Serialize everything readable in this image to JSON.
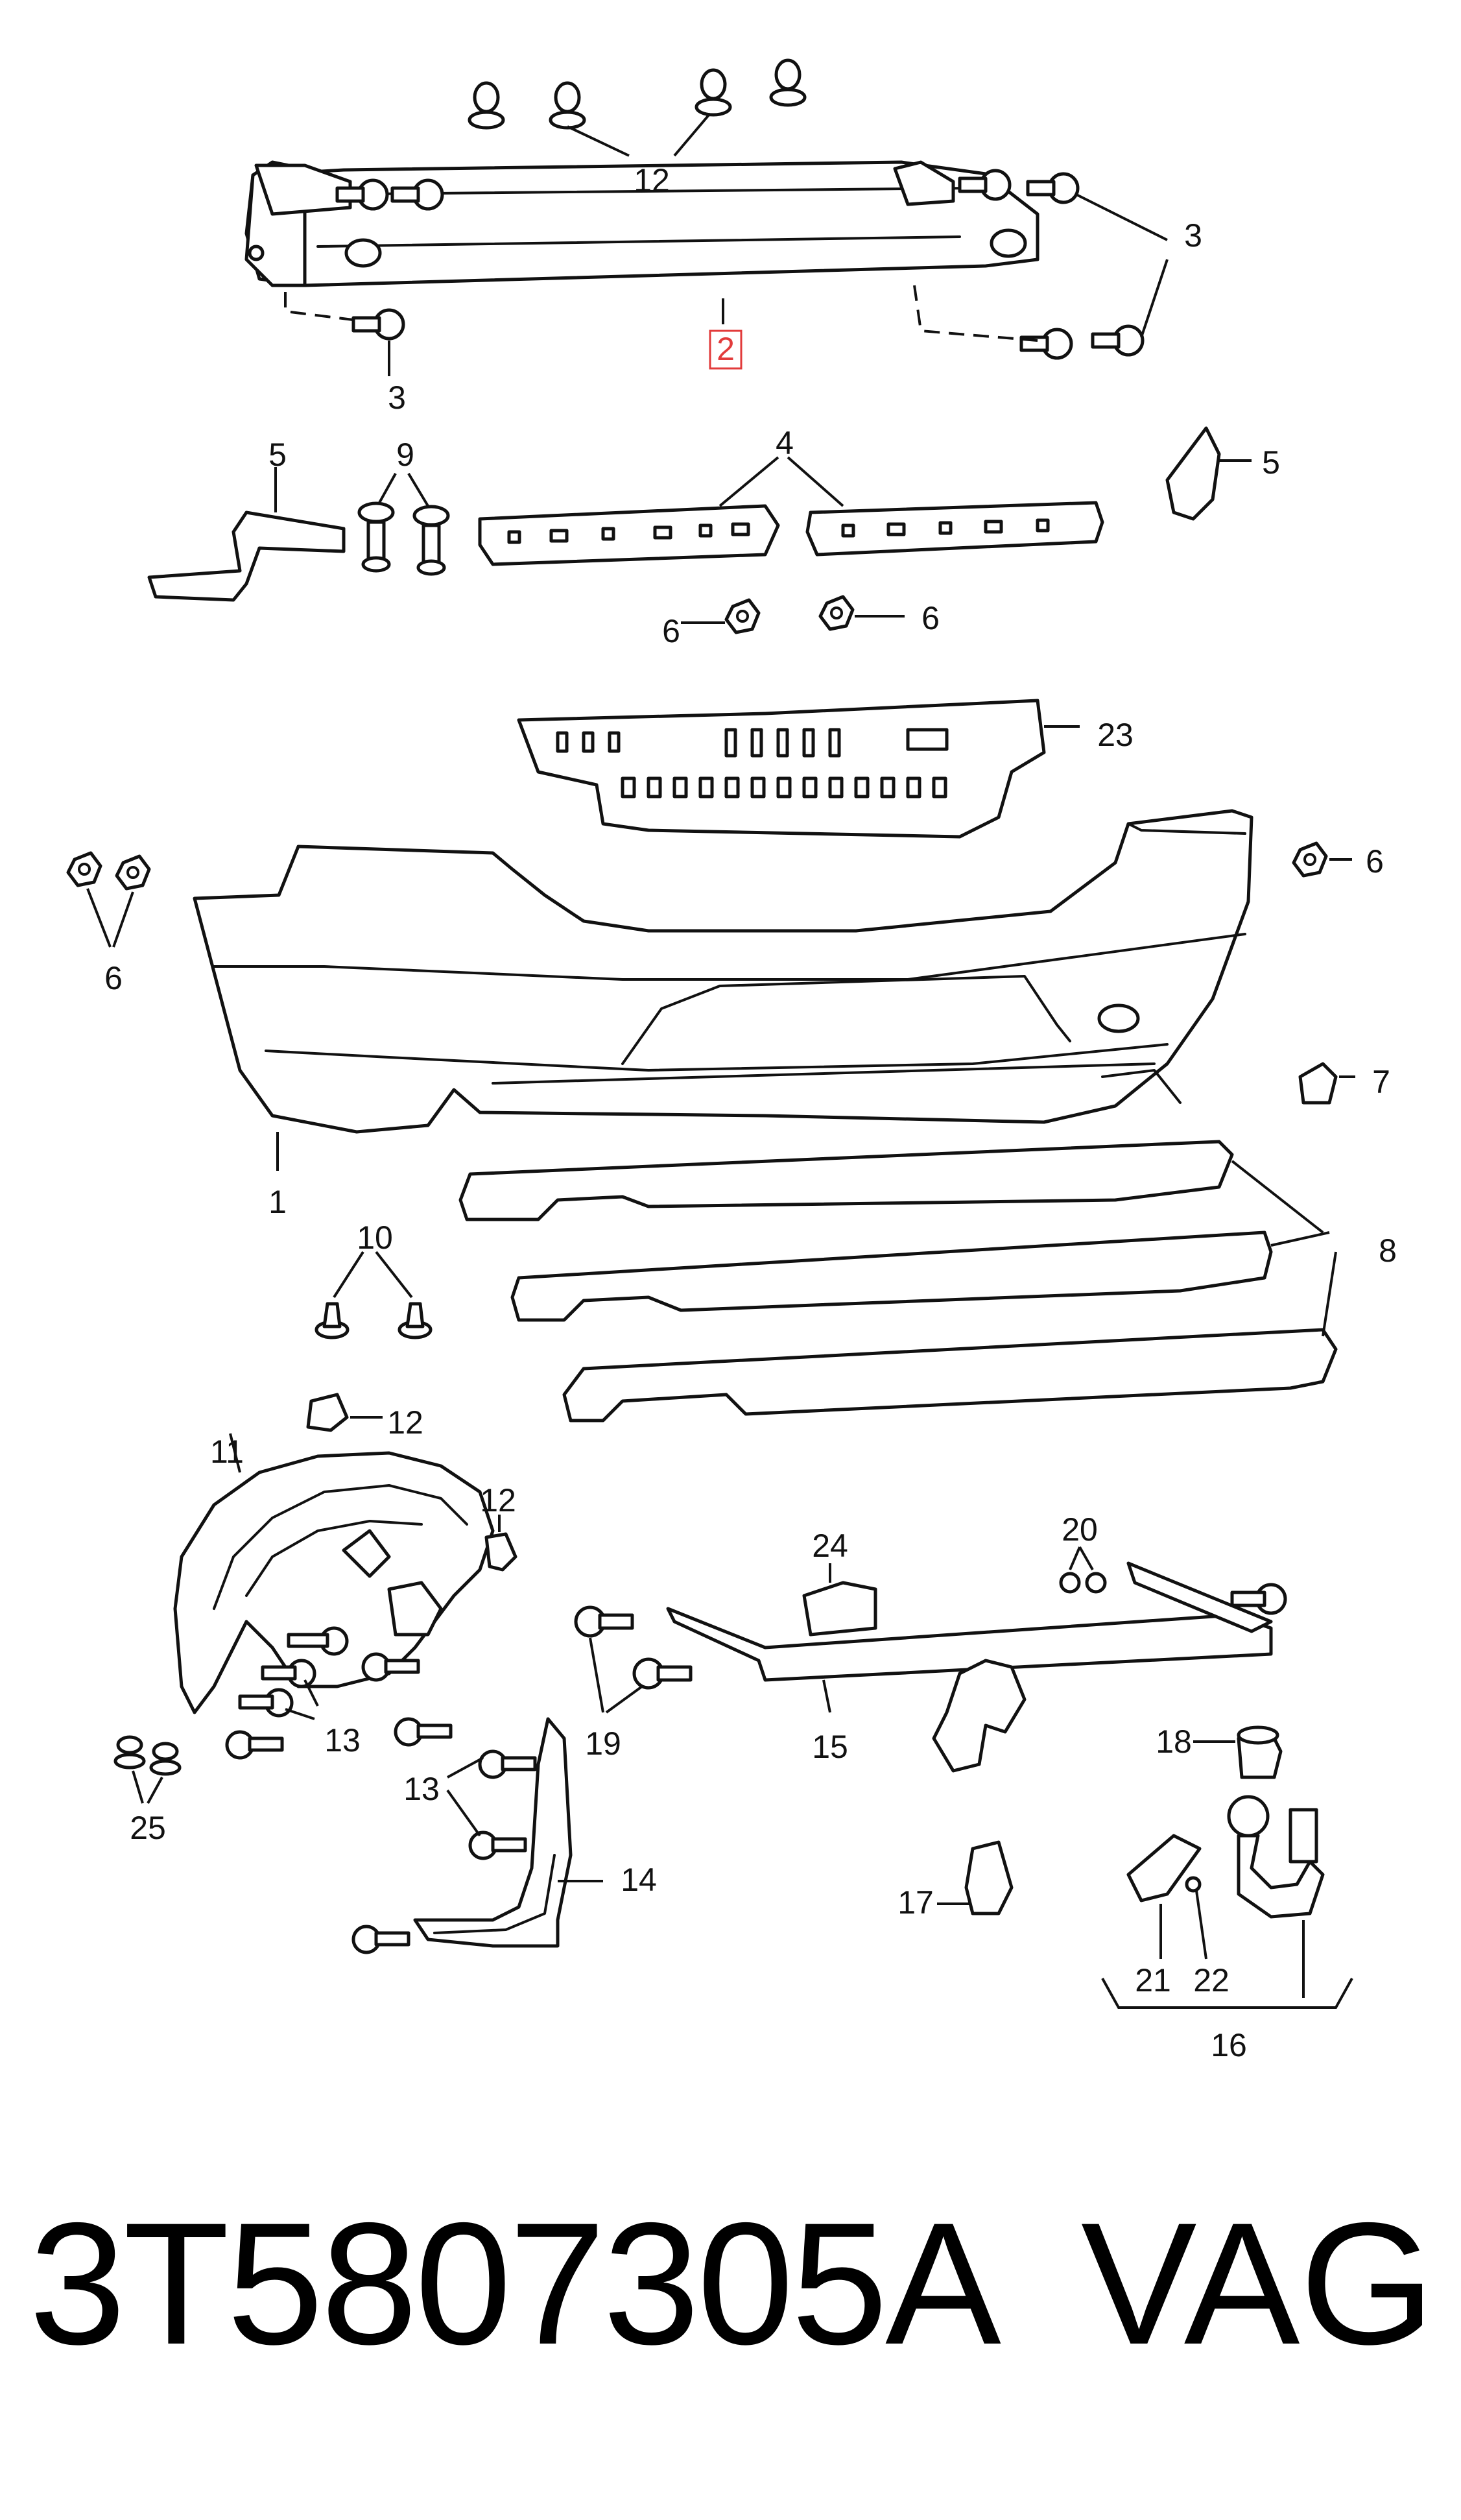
{
  "callouts": {
    "c1": "1",
    "c2": "2",
    "c3a": "3",
    "c3b": "3",
    "c4": "4",
    "c5a": "5",
    "c5b": "5",
    "c6a": "6",
    "c6b": "6",
    "c6c": "6",
    "c6d": "6",
    "c7": "7",
    "c8": "8",
    "c9": "9",
    "c10": "10",
    "c11": "11",
    "c12a": "12",
    "c12b": "12",
    "c12c": "12",
    "c13a": "13",
    "c13b": "13",
    "c14": "14",
    "c15": "15",
    "c16": "16",
    "c17": "17",
    "c18": "18",
    "c19": "19",
    "c20": "20",
    "c21": "21",
    "c22": "22",
    "c23": "23",
    "c24": "24",
    "c25": "25"
  },
  "highlighted_callout": "2",
  "footer": {
    "part_number": "3T5807305A",
    "brand": "VAG"
  }
}
